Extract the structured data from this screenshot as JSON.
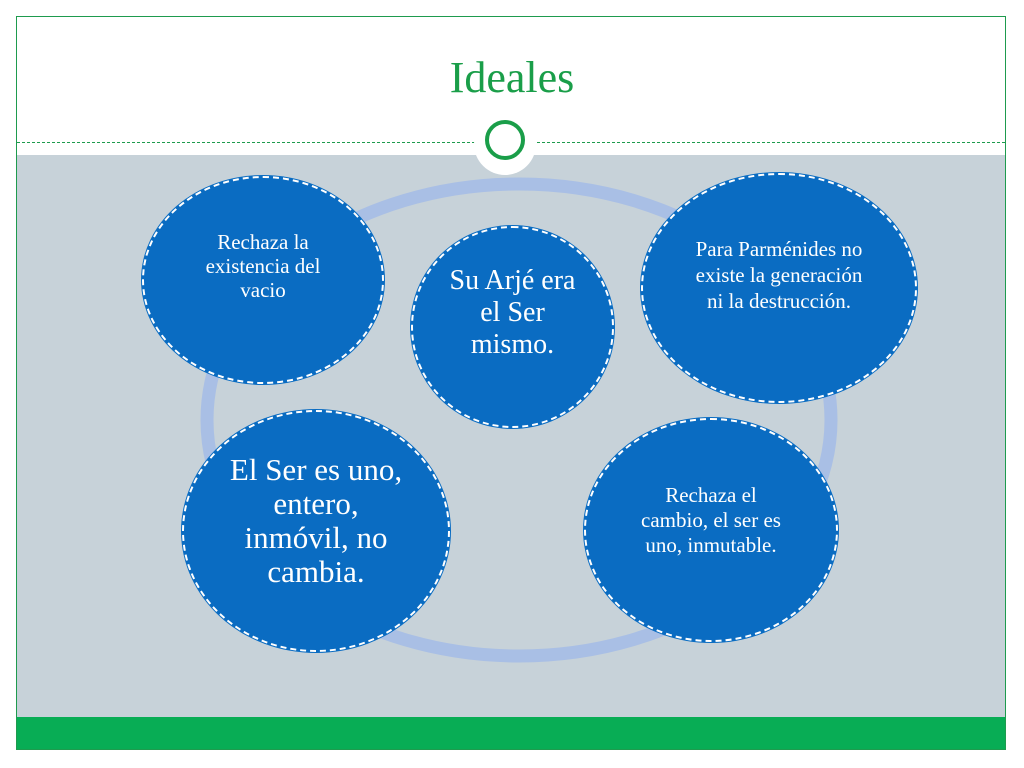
{
  "slide": {
    "title": "Ideales"
  },
  "colors": {
    "accent_green": "#1a9e49",
    "footer_green": "#08ad55",
    "node_blue": "#0a6cc2",
    "ring_blue": "#a9bfe5",
    "content_background": "#c7d2d9"
  },
  "diagram": {
    "type": "cycle",
    "nodes": [
      {
        "text": "Rechaza la existencia del vacio"
      },
      {
        "text": "Su Arjé era el Ser mismo."
      },
      {
        "text": "Para Parménides no existe la generación ni la destrucción."
      },
      {
        "text": "El Ser es uno, entero, inmóvil, no cambia."
      },
      {
        "text": "Rechaza el cambio, el ser es uno, inmutable."
      }
    ]
  }
}
